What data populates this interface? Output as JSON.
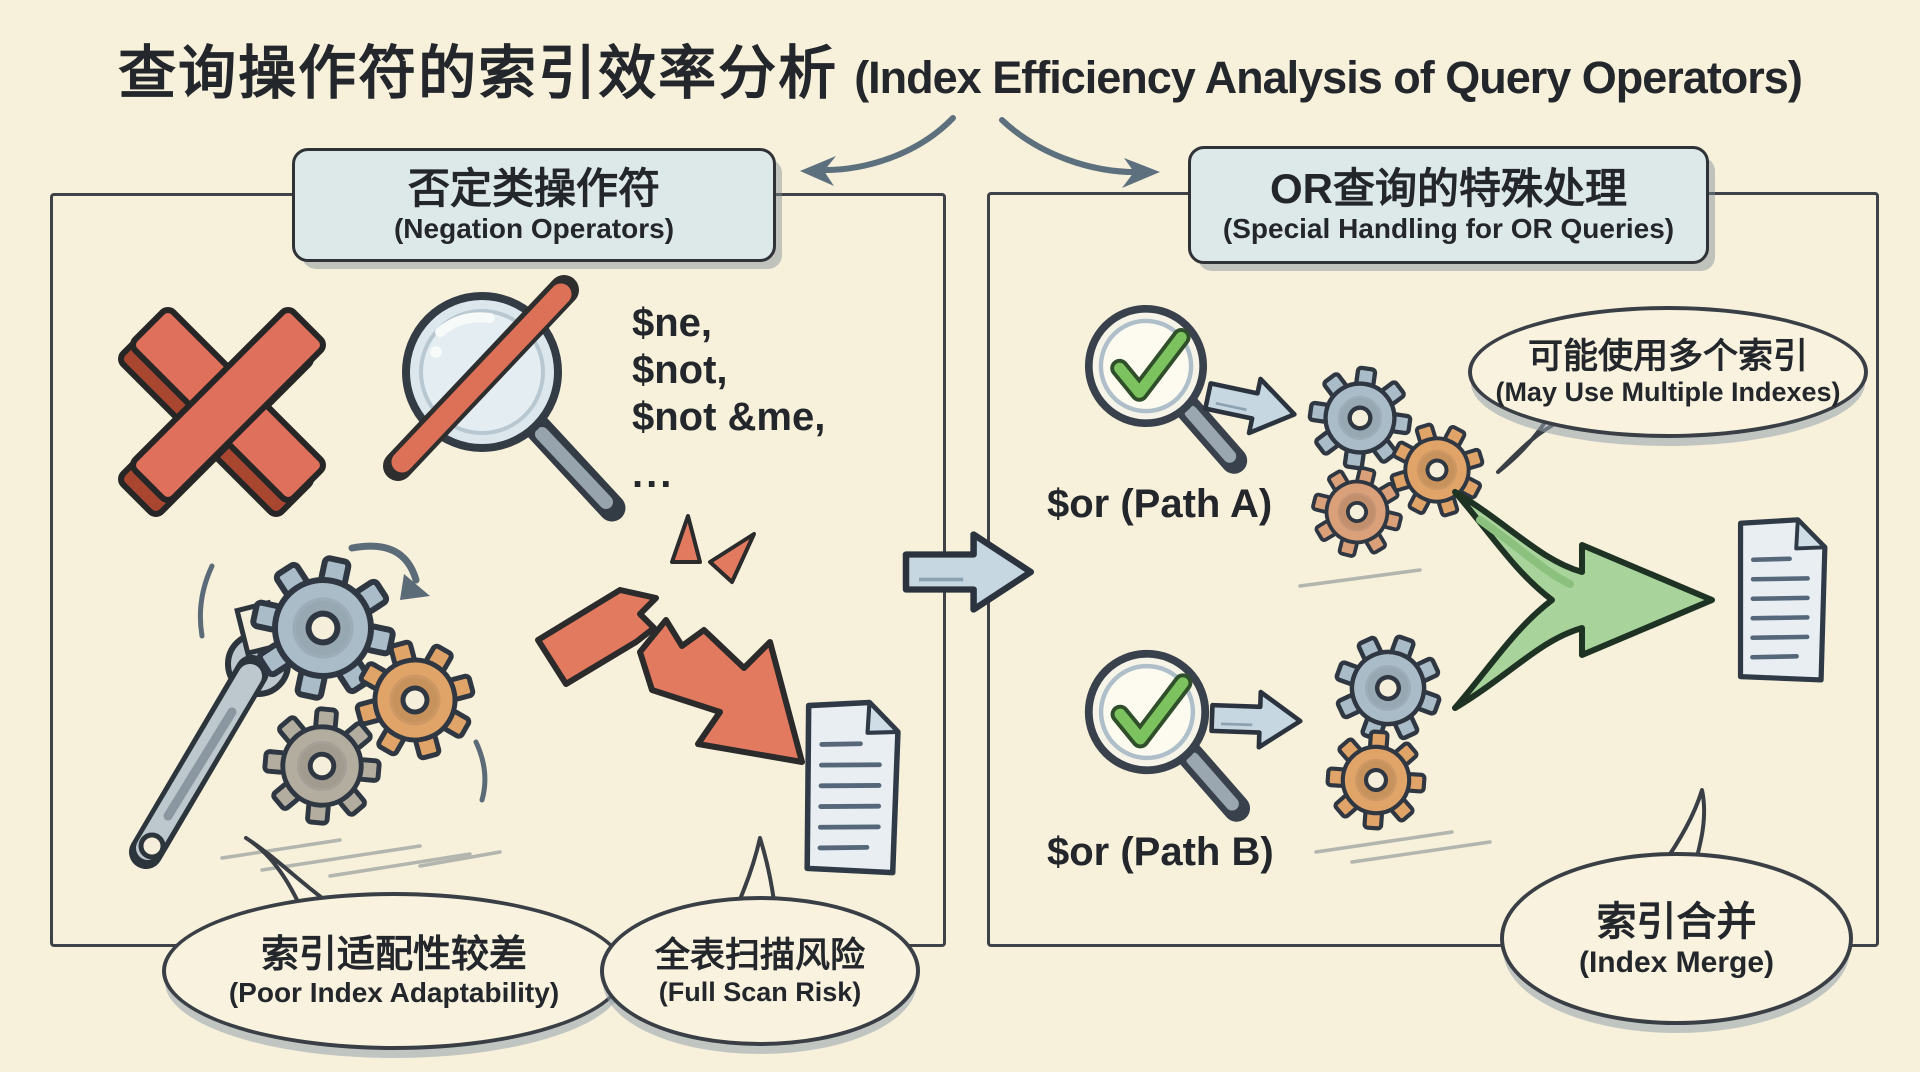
{
  "title": {
    "zh": "查询操作符的索引效率分析",
    "en": "(Index Efficiency Analysis of Query Operators)"
  },
  "left_panel": {
    "header": {
      "zh": "否定类操作符",
      "en": "(Negation Operators)"
    },
    "operators": [
      "$ne,",
      "$not,",
      "$not &me,",
      "..."
    ],
    "bubble_poor_index": {
      "zh": "索引适配性较差",
      "en": "(Poor Index Adaptability)"
    },
    "bubble_full_scan": {
      "zh": "全表扫描风险",
      "en": "(Full Scan Risk)"
    }
  },
  "right_panel": {
    "header": {
      "zh": "OR查询的特殊处理",
      "en": "(Special Handling for OR Queries)"
    },
    "path_a_label": "$or (Path A)",
    "path_b_label": "$or (Path B)",
    "bubble_multiple_indexes": {
      "zh": "可能使用多个索引",
      "en": "(May Use Multiple Indexes)"
    },
    "bubble_index_merge": {
      "zh": "索引合并",
      "en": "(Index Merge)"
    }
  },
  "icons": {
    "cross-x-icon": "red 3D X mark",
    "no-index-magnifier-icon": "magnifying glass with red slash",
    "wrench-gears-icon": "wrench with three meshed gears",
    "broken-arrow-icon": "red snapped arrow pointing down-right",
    "document-icon": "paper sheet with folded corner",
    "magnifier-check-icon": "magnifying glass with green check mark",
    "merge-arrow-icon": "green Y-shaped merge arrow",
    "flow-arrow-icon": "blue block arrow"
  },
  "colors": {
    "background": "#f7f0db",
    "ink": "#23272b",
    "accent_red": "#e0715a",
    "accent_green": "#7cc25e",
    "accent_blue_arrow": "#c6d7e2",
    "header_fill": "#dde8e9",
    "gear_blue": "#a9bcc8",
    "gear_orange": "#e0a469",
    "gear_gray": "#b3ada0"
  }
}
